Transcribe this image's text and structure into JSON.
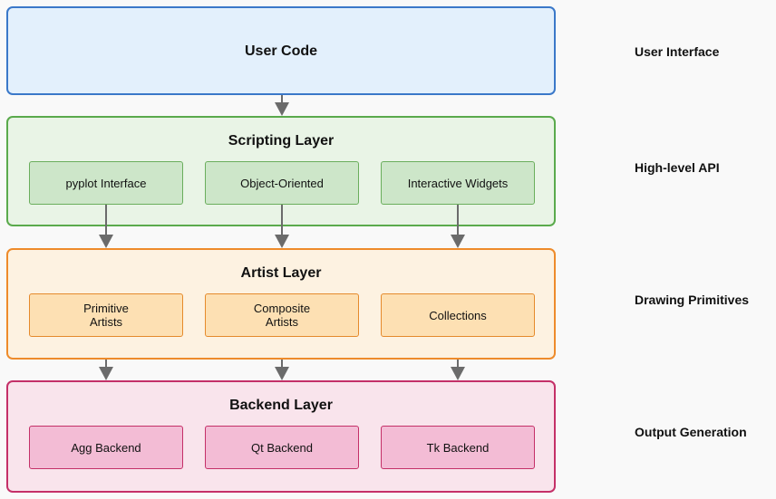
{
  "layers": {
    "user": {
      "title": "User Code",
      "side_label": "User Interface"
    },
    "scripting": {
      "title": "Scripting Layer",
      "side_label": "High-level API",
      "components": [
        "pyplot Interface",
        "Object-Oriented",
        "Interactive Widgets"
      ]
    },
    "artist": {
      "title": "Artist Layer",
      "side_label": "Drawing Primitives",
      "components": [
        "Primitive\nArtists",
        "Composite\nArtists",
        "Collections"
      ]
    },
    "backend": {
      "title": "Backend Layer",
      "side_label": "Output Generation",
      "components": [
        "Agg Backend",
        "Qt Backend",
        "Tk Backend"
      ]
    }
  },
  "colors": {
    "arrow": "#6b6b6b"
  }
}
